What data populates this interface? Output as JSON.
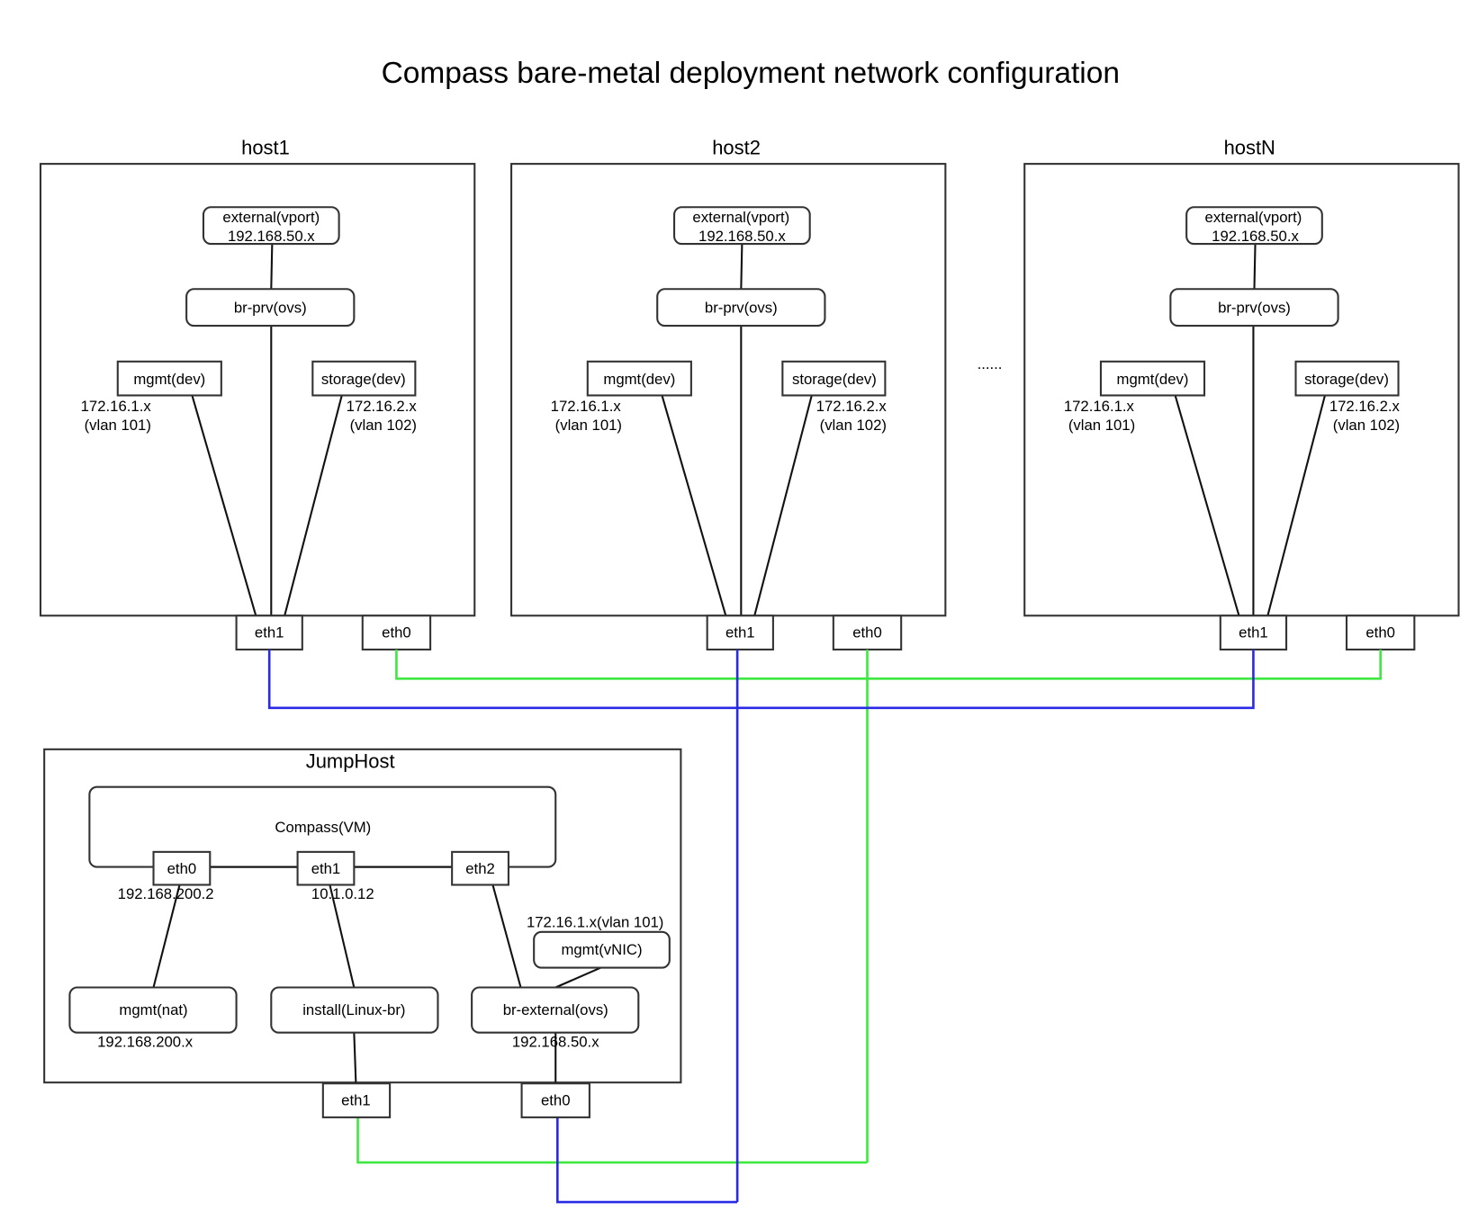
{
  "title": "Compass bare-metal deployment network configuration",
  "ellipsis": "......",
  "hosts": [
    {
      "name": "host1",
      "external_vport": "external(vport)",
      "external_ip": "192.168.50.x",
      "bridge": "br-prv(ovs)",
      "mgmt": "mgmt(dev)",
      "mgmt_ip": "172.16.1.x",
      "mgmt_vlan": "(vlan 101)",
      "storage": "storage(dev)",
      "storage_ip": "172.16.2.x",
      "storage_vlan": "(vlan 102)",
      "eth1": "eth1",
      "eth0": "eth0"
    },
    {
      "name": "host2",
      "external_vport": "external(vport)",
      "external_ip": "192.168.50.x",
      "bridge": "br-prv(ovs)",
      "mgmt": "mgmt(dev)",
      "mgmt_ip": "172.16.1.x",
      "mgmt_vlan": "(vlan 101)",
      "storage": "storage(dev)",
      "storage_ip": "172.16.2.x",
      "storage_vlan": "(vlan 102)",
      "eth1": "eth1",
      "eth0": "eth0"
    },
    {
      "name": "hostN",
      "external_vport": "external(vport)",
      "external_ip": "192.168.50.x",
      "bridge": "br-prv(ovs)",
      "mgmt": "mgmt(dev)",
      "mgmt_ip": "172.16.1.x",
      "mgmt_vlan": "(vlan 101)",
      "storage": "storage(dev)",
      "storage_ip": "172.16.2.x",
      "storage_vlan": "(vlan 102)",
      "eth1": "eth1",
      "eth0": "eth0"
    }
  ],
  "jumphost": {
    "name": "JumpHost",
    "vm": {
      "name": "Compass(VM)",
      "eth0": "eth0",
      "eth0_ip": "192.168.200.2",
      "eth1": "eth1",
      "eth1_ip": "10.1.0.12",
      "eth2": "eth2"
    },
    "mgmt_nat": "mgmt(nat)",
    "mgmt_nat_ip": "192.168.200.x",
    "install_br": "install(Linux-br)",
    "br_external": "br-external(ovs)",
    "br_external_ip": "192.168.50.x",
    "mgmt_vnic": "mgmt(vNIC)",
    "mgmt_vnic_ip": "172.16.1.x(vlan 101)",
    "eth1": "eth1",
    "eth0": "eth0"
  },
  "colors": {
    "install_network": "#3ee83e",
    "external_network": "#2a2ae6"
  }
}
